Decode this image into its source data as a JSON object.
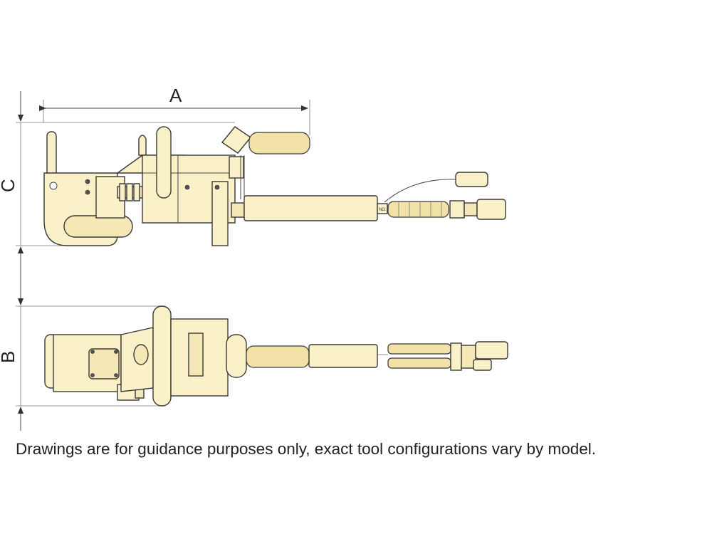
{
  "dimensions": {
    "a_label": "A",
    "b_label": "B",
    "c_label": "C"
  },
  "side_view": {
    "label_plate": "NO."
  },
  "caption": "Drawings are for guidance purposes only, exact tool configurations vary by model."
}
